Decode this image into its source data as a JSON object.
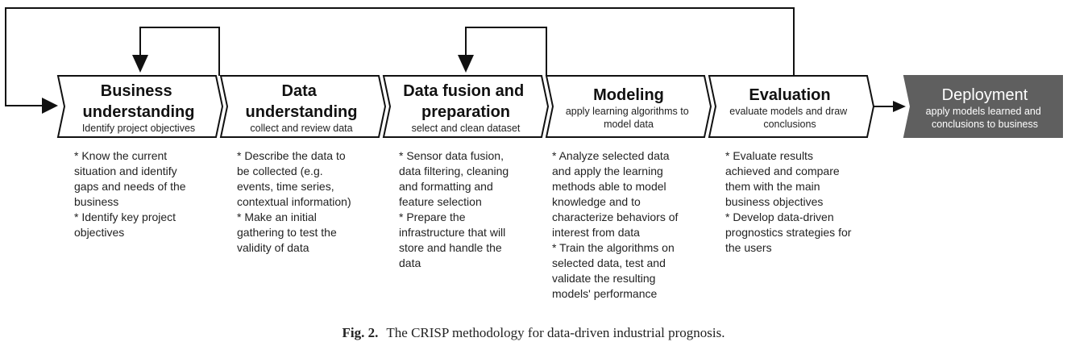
{
  "stages": [
    {
      "title_lines": [
        "Business",
        "understanding"
      ],
      "subtitle_lines": [
        "Identify project objectives"
      ],
      "description": "* Know the current\nsituation and identify\ngaps and needs of the\nbusiness\n* Identify key project\nobjectives"
    },
    {
      "title_lines": [
        "Data",
        "understanding"
      ],
      "subtitle_lines": [
        "collect and review data"
      ],
      "description": "* Describe the data to\nbe collected (e.g.\nevents, time series,\ncontextual information)\n* Make an initial\ngathering to test the\nvalidity of data"
    },
    {
      "title_lines": [
        "Data fusion and",
        "preparation"
      ],
      "subtitle_lines": [
        "select and clean dataset"
      ],
      "description": "* Sensor data fusion,\ndata filtering, cleaning\nand formatting and\nfeature selection\n* Prepare the\ninfrastructure that will\nstore and handle the\ndata"
    },
    {
      "title_lines": [
        "Modeling"
      ],
      "subtitle_lines": [
        "apply learning algorithms to",
        "model data"
      ],
      "description": "* Analyze selected data\nand apply the learning\nmethods able to model\nknowledge and to\ncharacterize behaviors of\ninterest from data\n* Train the algorithms on\nselected data, test and\nvalidate the resulting\nmodels' performance"
    },
    {
      "title_lines": [
        "Evaluation"
      ],
      "subtitle_lines": [
        "evaluate models and draw",
        "conclusions"
      ],
      "description": "* Evaluate results\nachieved and compare\nthem with the main\nbusiness objectives\n* Develop data-driven\nprognostics strategies for\nthe users"
    }
  ],
  "deployment": {
    "title": "Deployment",
    "subtitle_lines": [
      "apply models learned and",
      "conclusions to business"
    ]
  },
  "caption": {
    "label": "Fig. 2.",
    "text": "The CRISP methodology for data-driven industrial prognosis."
  },
  "colors": {
    "stage_fill": "#ffffff",
    "stage_stroke": "#111111",
    "deployment_fill": "#5f5f5f",
    "arrow": "#111111"
  }
}
